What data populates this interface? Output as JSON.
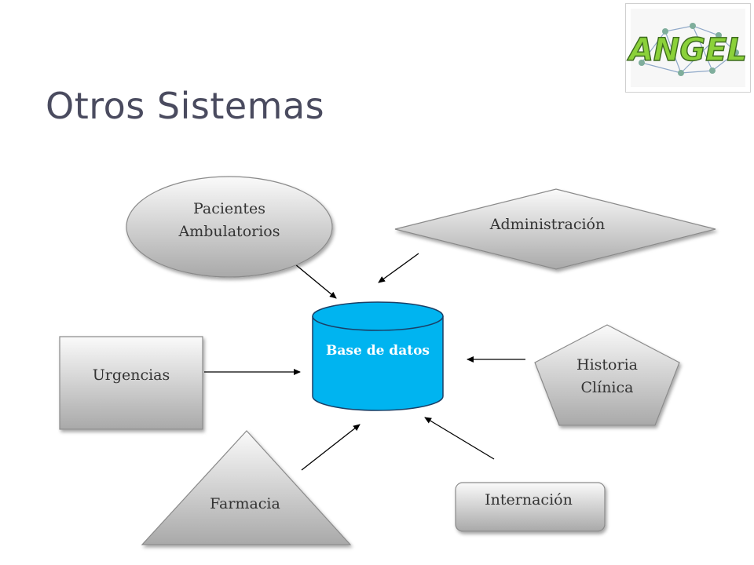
{
  "slide": {
    "title": "Otros Sistemas",
    "logo": {
      "icon": "angel-logo-icon",
      "text": "ANGEL"
    }
  },
  "diagram": {
    "center": {
      "label": "Base de datos",
      "shape": "cylinder",
      "color": "#00b4f0"
    },
    "nodes": [
      {
        "id": "pacientes",
        "line1": "Pacientes",
        "line2": "Ambulatorios",
        "shape": "ellipse"
      },
      {
        "id": "administracion",
        "line1": "Administración",
        "shape": "diamond"
      },
      {
        "id": "urgencias",
        "line1": "Urgencias",
        "shape": "rectangle"
      },
      {
        "id": "historia",
        "line1": "Historia",
        "line2": "Clínica",
        "shape": "pentagon"
      },
      {
        "id": "farmacia",
        "line1": "Farmacia",
        "shape": "triangle"
      },
      {
        "id": "internacion",
        "line1": "Internación",
        "shape": "rounded-rectangle"
      }
    ],
    "edges": [
      {
        "from": "pacientes",
        "to": "center"
      },
      {
        "from": "administracion",
        "to": "center"
      },
      {
        "from": "urgencias",
        "to": "center"
      },
      {
        "from": "historia",
        "to": "center"
      },
      {
        "from": "farmacia",
        "to": "center"
      },
      {
        "from": "internacion",
        "to": "center"
      }
    ]
  }
}
